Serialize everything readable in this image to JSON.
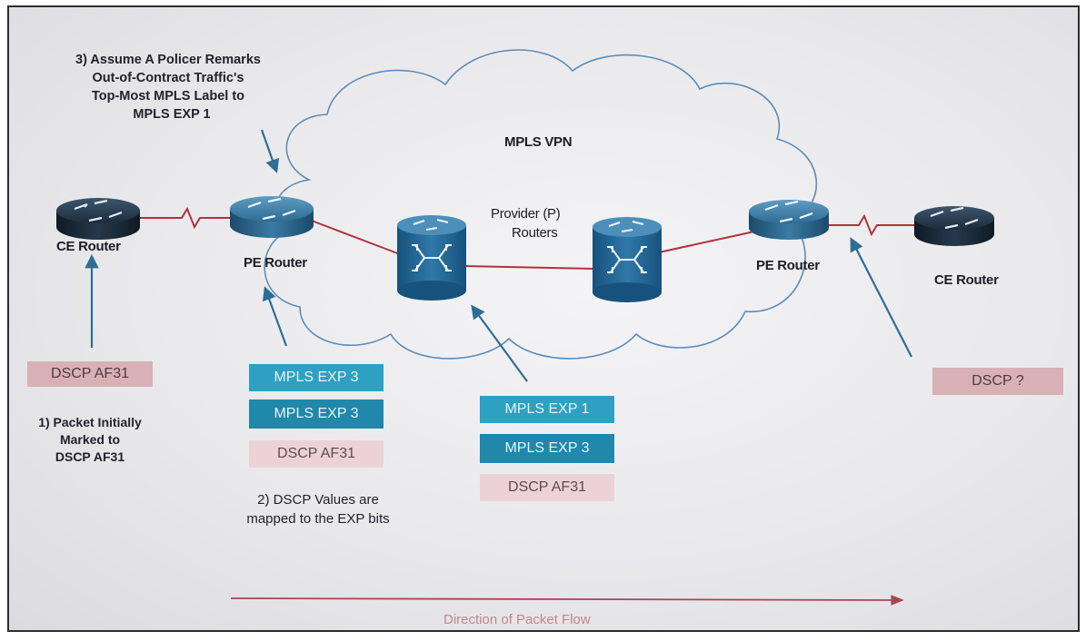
{
  "diagram": {
    "cloud_label": "MPLS VPN",
    "provider_label_line1": "Provider (P)",
    "provider_label_line2": "Routers",
    "ce_left_label": "CE Router",
    "pe_left_label": "PE Router",
    "pe_right_label": "PE Router",
    "ce_right_label": "CE Router",
    "step3_lines": [
      "3) Assume A Policer Remarks",
      "Out-of-Contract Traffic's",
      "Top-Most MPLS Label to",
      "MPLS EXP 1"
    ],
    "step1_lines": [
      "1) Packet Initially",
      "Marked to",
      "DSCP AF31"
    ],
    "step2_lines": [
      "2) DSCP Values are",
      "mapped to the EXP bits"
    ],
    "ce_stack": [
      "DSCP AF31"
    ],
    "pe_stack": [
      "MPLS EXP 3",
      "MPLS EXP 3",
      "DSCP AF31"
    ],
    "p_stack": [
      "MPLS EXP 1",
      "MPLS EXP 3",
      "DSCP AF31"
    ],
    "egress_stack": [
      "DSCP ?"
    ],
    "flow_label": "Direction of Packet Flow",
    "colors": {
      "link": "#b0323c",
      "cloud": "#5c8cb8",
      "arrow": "#2f6e94",
      "router": "#1f4a6b",
      "p_router": "#1d5f8e"
    }
  }
}
